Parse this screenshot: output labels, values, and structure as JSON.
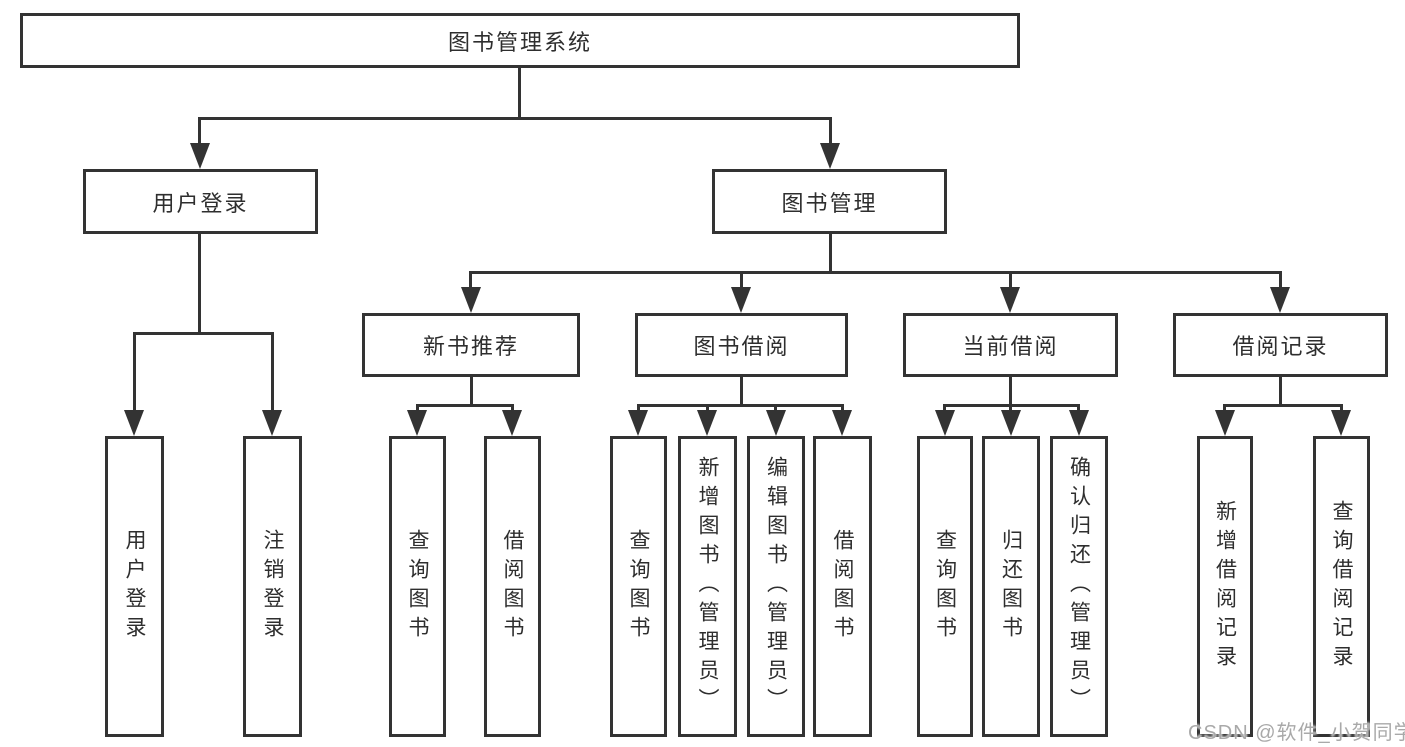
{
  "diagram_title": "图书管理系统",
  "tree": {
    "root": {
      "label": "图书管理系统"
    },
    "branches": [
      {
        "label": "用户登录",
        "children": [
          {
            "label": "用户登录"
          },
          {
            "label": "注销登录"
          }
        ]
      },
      {
        "label": "图书管理",
        "children": [
          {
            "label": "新书推荐",
            "children": [
              {
                "label": "查询图书"
              },
              {
                "label": "借阅图书"
              }
            ]
          },
          {
            "label": "图书借阅",
            "children": [
              {
                "label": "查询图书"
              },
              {
                "label": "新增图书（管理员）"
              },
              {
                "label": "编辑图书（管理员）"
              },
              {
                "label": "借阅图书"
              }
            ]
          },
          {
            "label": "当前借阅",
            "children": [
              {
                "label": "查询图书"
              },
              {
                "label": "归还图书"
              },
              {
                "label": "确认归还（管理员）"
              }
            ]
          },
          {
            "label": "借阅记录",
            "children": [
              {
                "label": "新增借阅记录"
              },
              {
                "label": "查询借阅记录"
              }
            ]
          }
        ]
      }
    ]
  },
  "watermark": {
    "text": "CSDN @软件_小贺同学",
    "color": "#a9a9a9"
  },
  "colors": {
    "line": "#333333",
    "text": "#2e2e2e",
    "background": "#ffffff"
  }
}
